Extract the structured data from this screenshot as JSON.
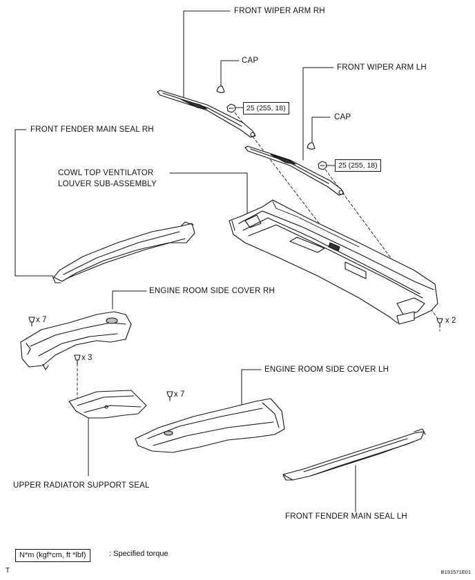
{
  "labels": {
    "wiper_arm_rh": "FRONT WIPER ARM RH",
    "cap_1": "CAP",
    "wiper_arm_lh": "FRONT WIPER ARM LH",
    "cap_2": "CAP",
    "fender_seal_rh": "FRONT FENDER MAIN SEAL RH",
    "cowl_line1": "COWL TOP VENTILATOR",
    "cowl_line2": "LOUVER SUB-ASSEMBLY",
    "engine_cover_rh": "ENGINE ROOM SIDE COVER RH",
    "engine_cover_lh": "ENGINE ROOM SIDE COVER LH",
    "radiator_seal": "UPPER RADIATOR SUPPORT SEAL",
    "fender_seal_lh": "FRONT FENDER MAIN SEAL LH"
  },
  "torque": {
    "rh_nut": "25 (255, 18)",
    "lh_nut": "25 (255, 18)"
  },
  "quantities": {
    "cowl_clips": "x 2",
    "cover_rh_clips": "x 7",
    "radiator_clips": "x 3",
    "cover_lh_clips": "x 7"
  },
  "legend": {
    "unit_box": "N*m (kgf*cm, ft *lbf)",
    "description": ": Specified torque"
  },
  "corner_mark": "T",
  "figure_code": "B191571E01"
}
